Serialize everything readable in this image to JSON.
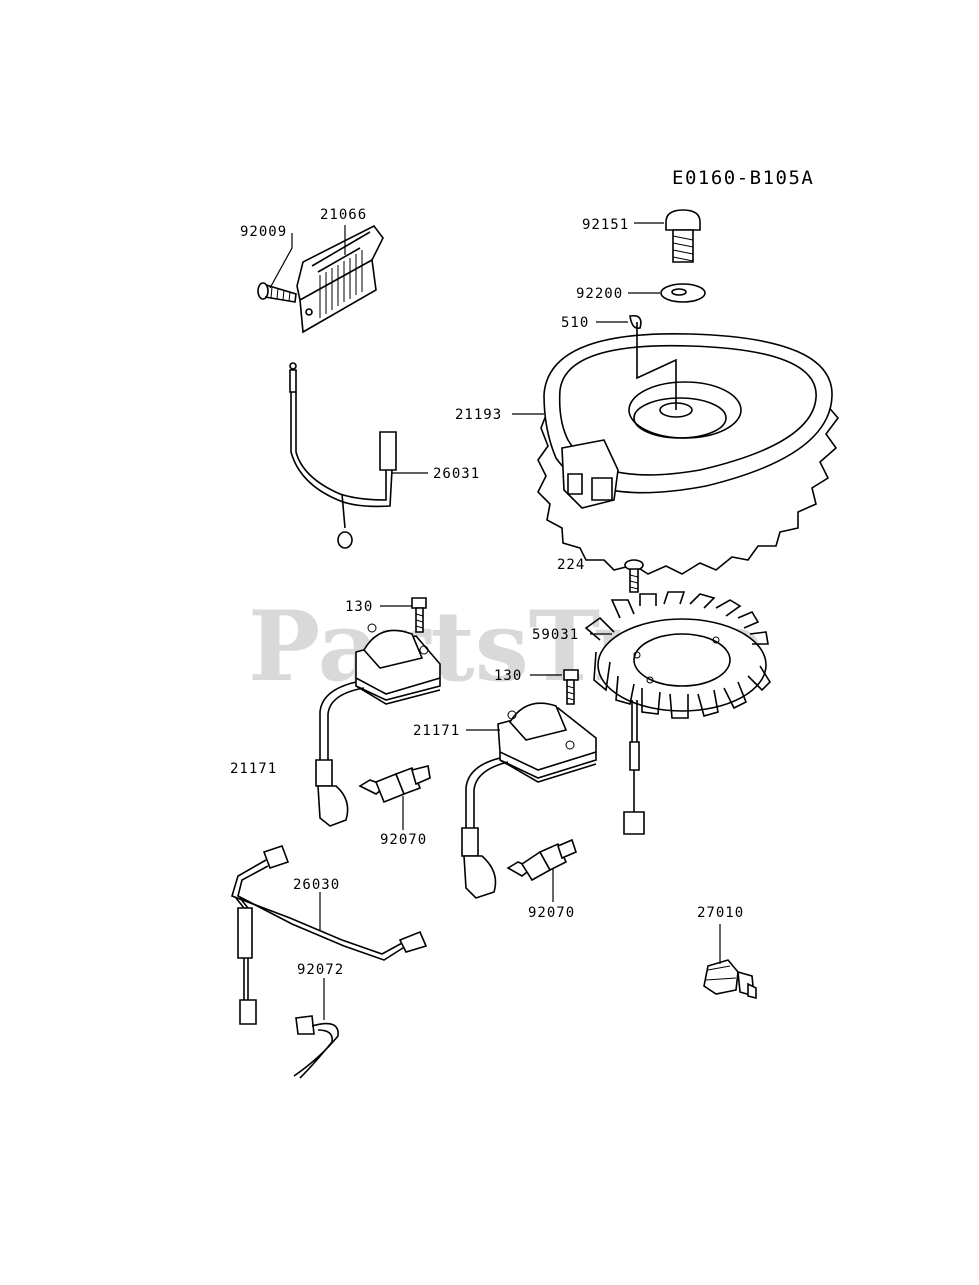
{
  "diagram": {
    "code": "E0160-B105A",
    "watermark": "PartsTree",
    "parts": {
      "p92009": "92009",
      "p21066": "21066",
      "p92151": "92151",
      "p92200": "92200",
      "p510": "510",
      "p21193": "21193",
      "p26031": "26031",
      "p224": "224",
      "p130a": "130",
      "p59031": "59031",
      "p130b": "130",
      "p21171a": "21171",
      "p21171b": "21171",
      "p92070a": "92070",
      "p92070b": "92070",
      "p26030": "26030",
      "p27010": "27010",
      "p92072": "92072"
    }
  }
}
